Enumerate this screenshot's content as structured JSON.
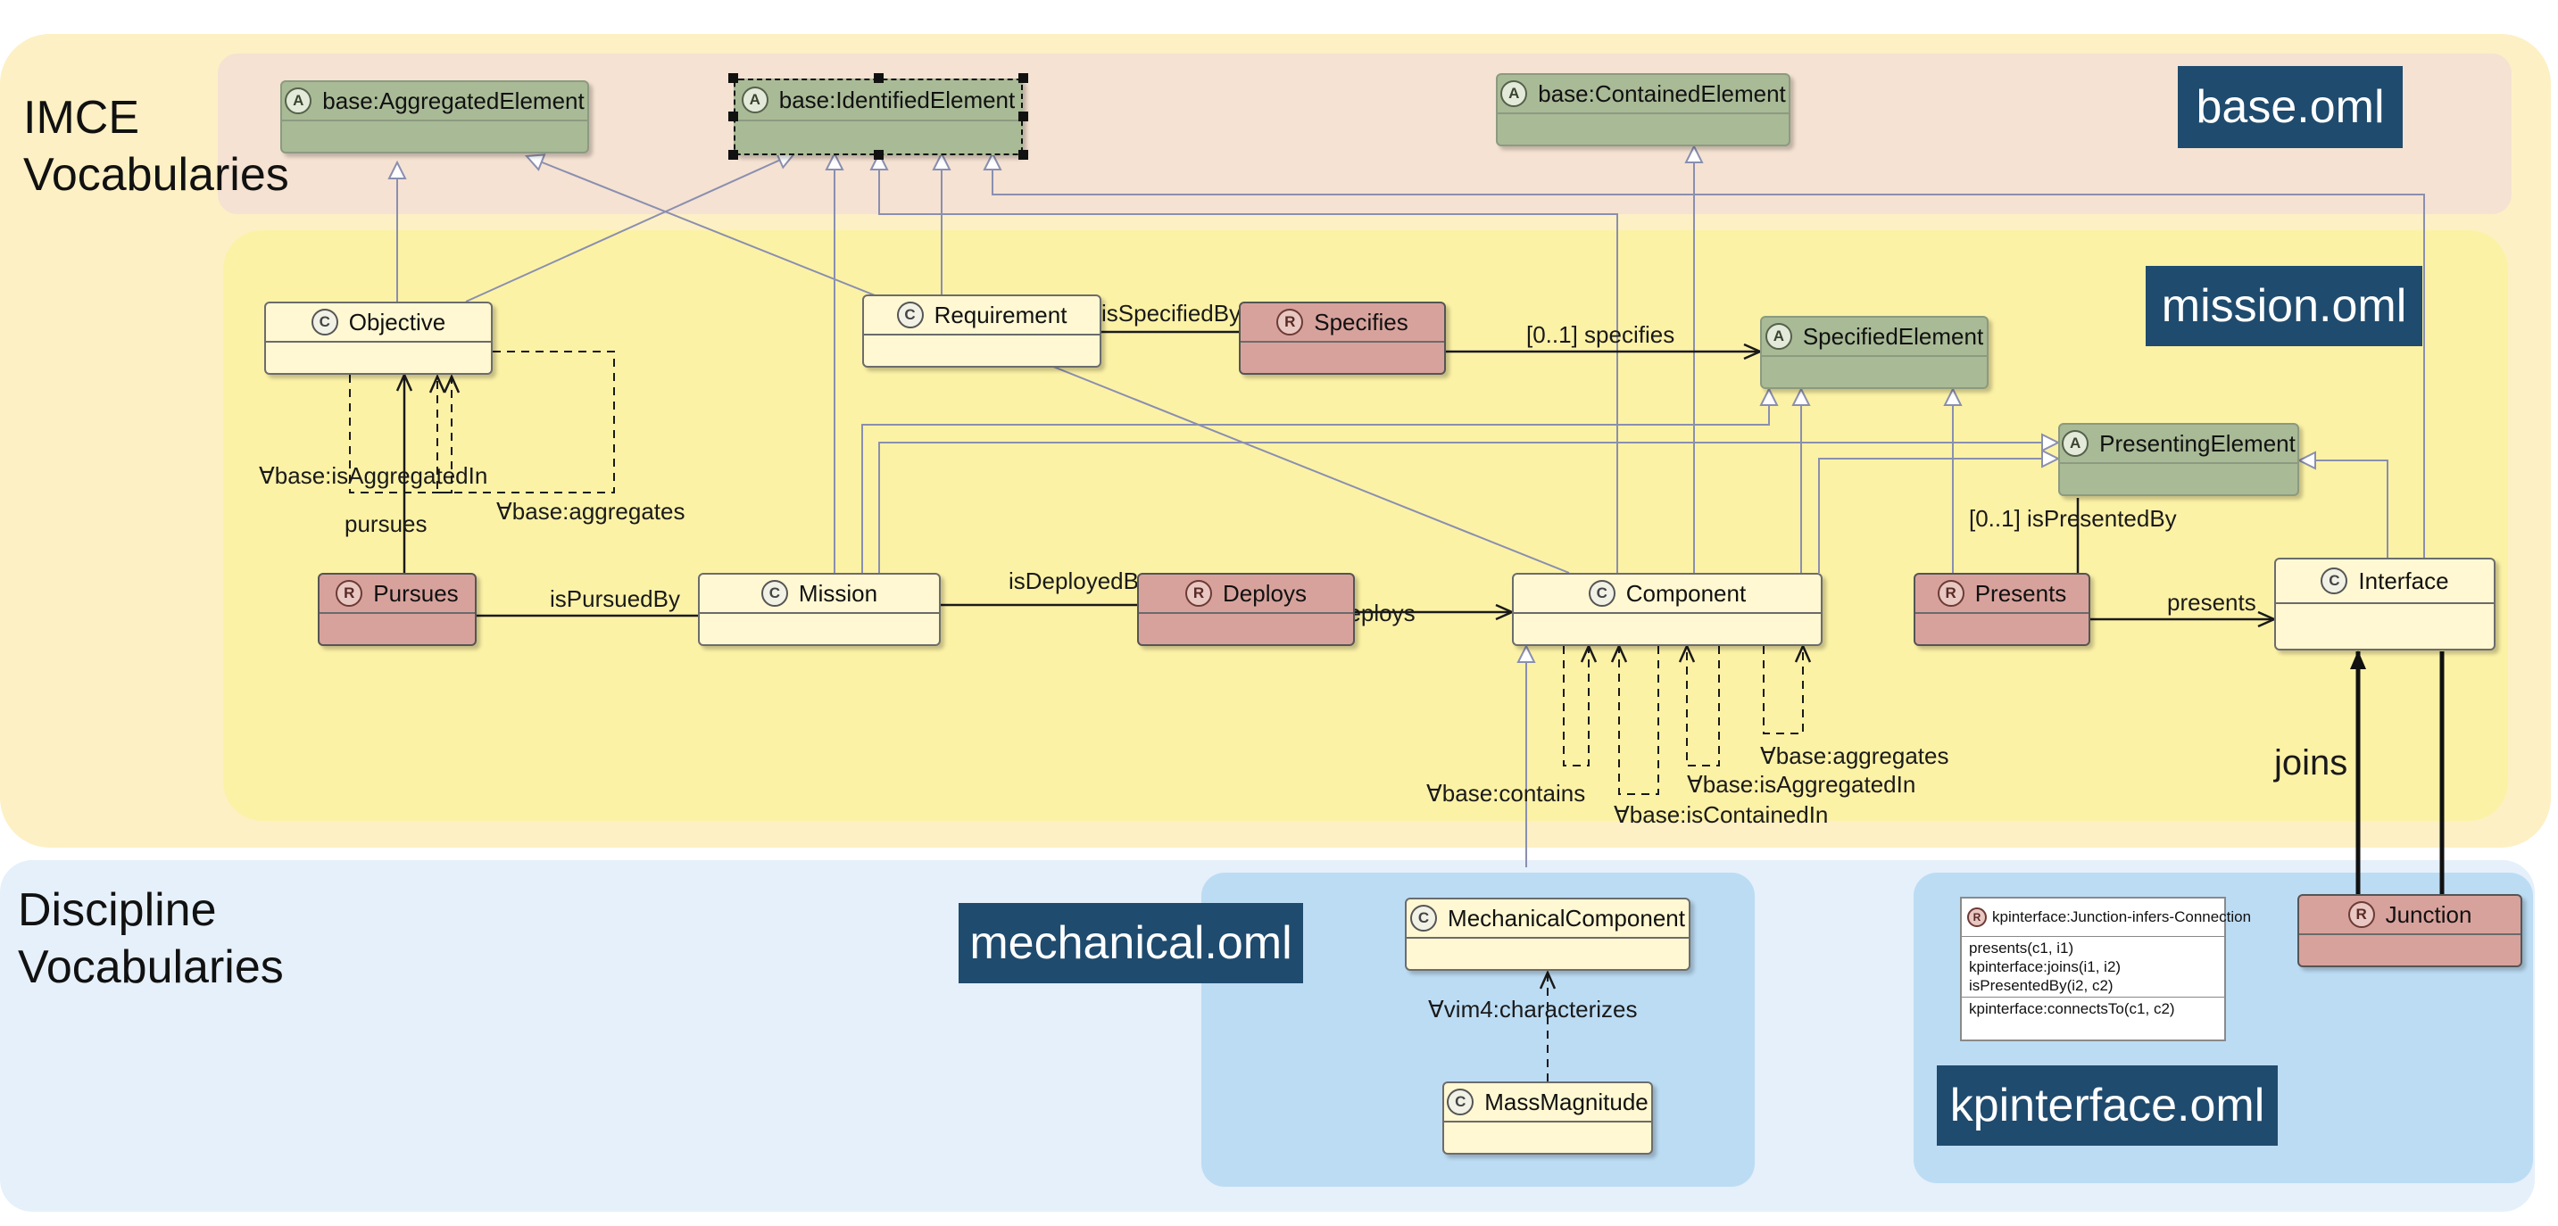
{
  "regions": {
    "imce_label": "IMCE\nVocabularies",
    "discipline_label": "Discipline\nVocabularies"
  },
  "files": {
    "base": "base.oml",
    "mission": "mission.oml",
    "mechanical": "mechanical.oml",
    "kpinterface": "kpinterface.oml"
  },
  "badges": {
    "concept": "C",
    "aspect": "A",
    "relation": "R"
  },
  "nodes": {
    "aggregated_element": "base:AggregatedElement",
    "identified_element": "base:IdentifiedElement",
    "contained_element": "base:ContainedElement",
    "objective": "Objective",
    "requirement": "Requirement",
    "specifies": "Specifies",
    "specified_element": "SpecifiedElement",
    "presenting_element": "PresentingElement",
    "pursues": "Pursues",
    "mission": "Mission",
    "deploys": "Deploys",
    "component": "Component",
    "presents": "Presents",
    "interface": "Interface",
    "mechanical_component": "MechanicalComponent",
    "mass_magnitude": "MassMagnitude",
    "junction": "Junction"
  },
  "edge_labels": {
    "is_specified_by": "isSpecifiedBy",
    "specifies": "[0..1] specifies",
    "is_aggregated_in_objective": "∀base:isAggregatedIn",
    "aggregates_objective": "∀base:aggregates",
    "pursues": "pursues",
    "is_pursued_by": "isPursuedBy",
    "is_deployed_by": "isDeployedBy",
    "deploys": "deploys",
    "is_presented_by": "[0..1] isPresentedBy",
    "presents": "presents",
    "aggregates_component": "∀base:aggregates",
    "is_aggregated_in_component": "∀base:isAggregatedIn",
    "is_contained_in": "∀base:isContainedIn",
    "contains": "∀base:contains",
    "joins": "joins",
    "characterizes": "∀vim4:characterizes"
  },
  "rule": {
    "title": "kpinterface:Junction-infers-Connection",
    "body": [
      "presents(c1, i1)",
      "kpinterface:joins(i1, i2)",
      "isPresentedBy(i2, c2)"
    ],
    "head": "kpinterface:connectsTo(c1, c2)"
  },
  "colors": {
    "imce_region": "#fdf0c4",
    "base_region": "#f5e2d2",
    "mission_region": "#fcf2a6",
    "discipline_region": "#e5f0fa",
    "mechanical_region": "#bcdcf4",
    "kpinterface_region": "#bcdcf4",
    "file_tag": "#1f4b6e",
    "concept": "#fff8d2",
    "aspect": "#a9ba96",
    "relation": "#d8a29c",
    "edge": "#8a8fb0"
  }
}
